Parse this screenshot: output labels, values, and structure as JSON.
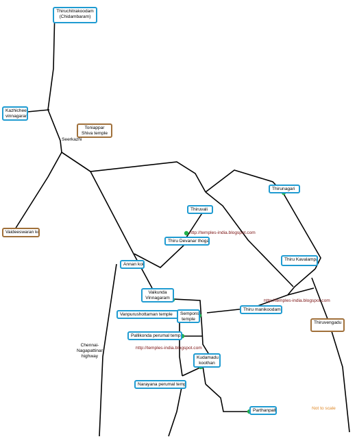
{
  "places": {
    "chidambaram": "Thiruchitrakoodam (Chidambaram)",
    "kazhicheerama": "Kazhicheerama vinnagaram",
    "toniappar": "Toniappar Shiva temple",
    "seerkazhi": "Seerkazhi",
    "vaideeswaran": "Vaideeswaran koil",
    "thirunagari": "Thirunagari",
    "thiruvali": "Thiruvali",
    "thiru_devanar_thogai": "Thiru Devanar thogai",
    "thiru_kavalampadi": "Thiru Kavalampadi",
    "annan_koil": "Annan koil",
    "vaikunda_vinnagaram": "Vaikunda Vinnagaram",
    "vanpurushottaman": "Vanpurushottaman temple",
    "semponsei": "Semponsei temple",
    "thiru_manikoodam": "Thiru manikoodam",
    "thiruvengadu": "Thiruvengadu",
    "pallikonda": "Pallikonda perumal temple",
    "kudamadu": "Kudamadu koothan temple",
    "narayana": "Narayana perumal temple",
    "parthanpalli": "Parthanpalli"
  },
  "annotations": {
    "blog_url": "http://temples-india.blogspot.com",
    "highway": "Chennai- Nagapattinam highway",
    "scale_note": "Not to scale"
  },
  "colors": {
    "road": "#000000",
    "temple_label_border": "#1f9bd1",
    "other_label_border": "#a0703a",
    "marker": "#22b14c",
    "url_text": "#7a1010",
    "note_text": "#e08a2a"
  }
}
